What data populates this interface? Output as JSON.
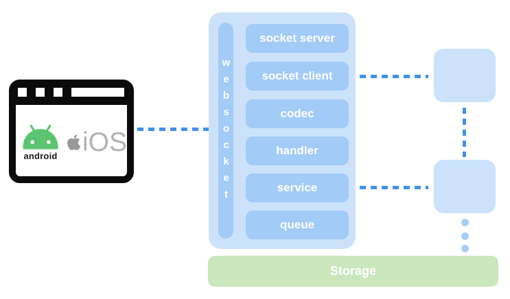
{
  "client": {
    "android_label": "android",
    "ios_label": "iOS"
  },
  "websocket": {
    "vertical_label": "websocket",
    "modules": [
      "socket server",
      "socket client",
      "codec",
      "handler",
      "service",
      "queue"
    ]
  },
  "storage": {
    "label": "Storage"
  },
  "colors": {
    "connector_blue": "#4191EC",
    "panel_blue": "#CBE2FA",
    "module_blue": "#A2CBF7",
    "storage_green": "#CBE7BD",
    "android_green": "#5BC470",
    "apple_gray": "#97989A",
    "ios_gray": "#B2B2B2"
  }
}
